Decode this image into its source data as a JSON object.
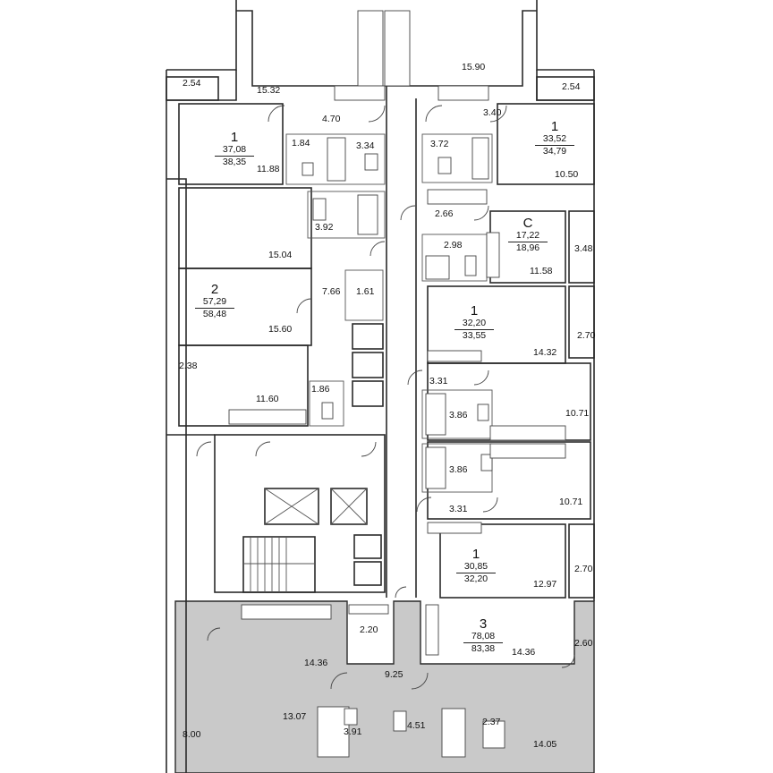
{
  "apartments": [
    {
      "id": "apt-1-top-left",
      "type": "1",
      "living_area": "37,08",
      "total_area": "38,35"
    },
    {
      "id": "apt-1-top-right",
      "type": "1",
      "living_area": "33,52",
      "total_area": "34,79"
    },
    {
      "id": "apt-studio",
      "type": "С",
      "living_area": "17,22",
      "total_area": "18,96"
    },
    {
      "id": "apt-2",
      "type": "2",
      "living_area": "57,29",
      "total_area": "58,48"
    },
    {
      "id": "apt-1-mid-right",
      "type": "1",
      "living_area": "32,20",
      "total_area": "33,55"
    },
    {
      "id": "apt-1-lower-right",
      "type": "1",
      "living_area": "30,85",
      "total_area": "32,20"
    },
    {
      "id": "apt-3",
      "type": "3",
      "living_area": "78,08",
      "total_area": "83,38",
      "highlighted": true
    }
  ],
  "room_areas": {
    "r01": "2.54",
    "r02": "15.32",
    "r03": "15.90",
    "r04": "2.54",
    "r05": "4.70",
    "r06": "3.40",
    "r07": "1.84",
    "r08": "3.34",
    "r09": "11.88",
    "r10": "3.72",
    "r11": "10.50",
    "r12": "3.92",
    "r13": "2.66",
    "r14": "2.98",
    "r15": "11.58",
    "r16": "3.48",
    "r17": "15.04",
    "r18": "7.66",
    "r19": "1.61",
    "r20": "15.60",
    "r21": "14.32",
    "r22": "2.70",
    "r23": "2.38",
    "r24": "1.86",
    "r25": "11.60",
    "r26": "3.31",
    "r27": "3.86",
    "r28": "10.71",
    "r29": "3.86",
    "r30": "10.71",
    "r31": "3.31",
    "r32": "2.70",
    "r33": "12.97",
    "r34": "2.20",
    "r35": "14.36",
    "r36": "14.36",
    "r37": "2.60",
    "r38": "9.25",
    "r39": "13.07",
    "r40": "3.91",
    "r41": "4.51",
    "r42": "2.37",
    "r43": "8.00",
    "r44": "14.05"
  },
  "colors": {
    "highlight_fill": "#c9c9c9",
    "wall": "#2a2a2a",
    "background": "#ffffff"
  }
}
